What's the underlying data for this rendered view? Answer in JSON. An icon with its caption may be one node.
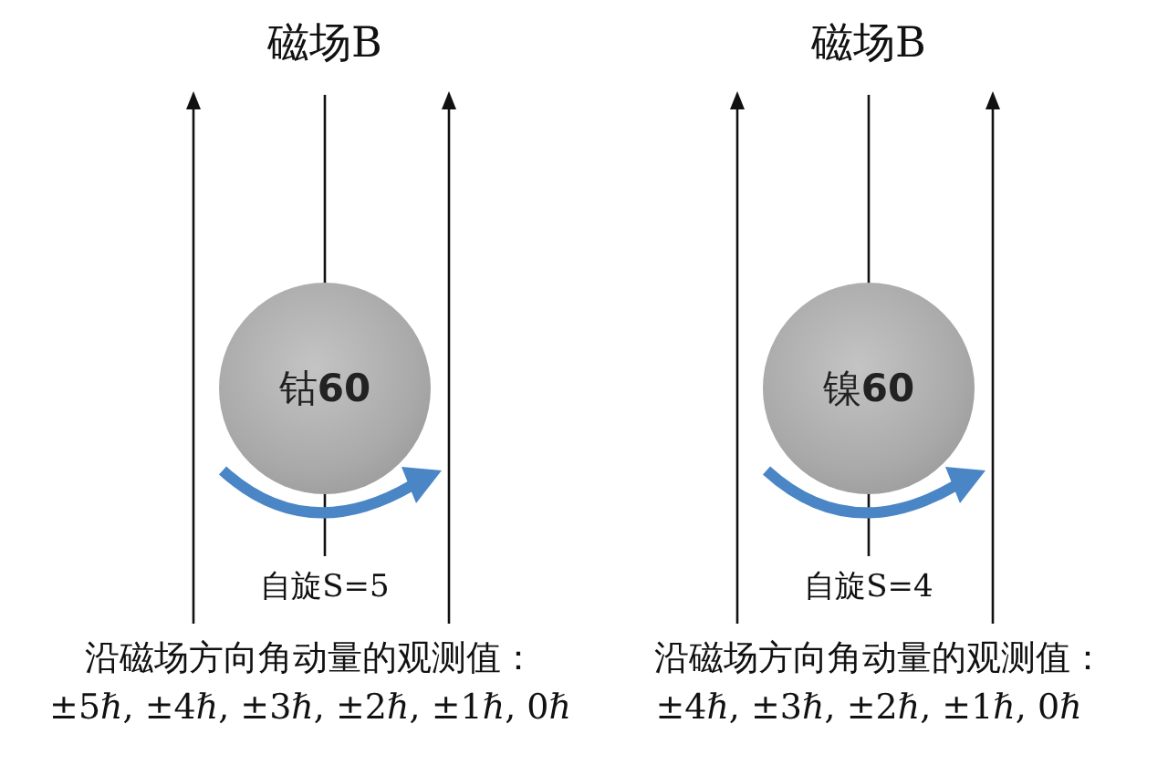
{
  "diagram": {
    "nodes": [
      {
        "text": [
          "钴**60**"
        ]
      },
      {
        "text": [
          "镍**60**"
        ]
      }
    ],
    "labels": [
      "磁场B",
      "磁场B",
      "自旋S=5",
      "自旋S=4",
      "沿磁场方向角动量的观测值：",
      "沿磁场方向角动量的观测值：",
      "±5ℏ, ±4ℏ, ±3ℏ, ±2ℏ, ±1ℏ, 0ℏ",
      "±4ℏ, ±3ℏ, ±2ℏ, ±1ℏ, 0ℏ"
    ]
  }
}
